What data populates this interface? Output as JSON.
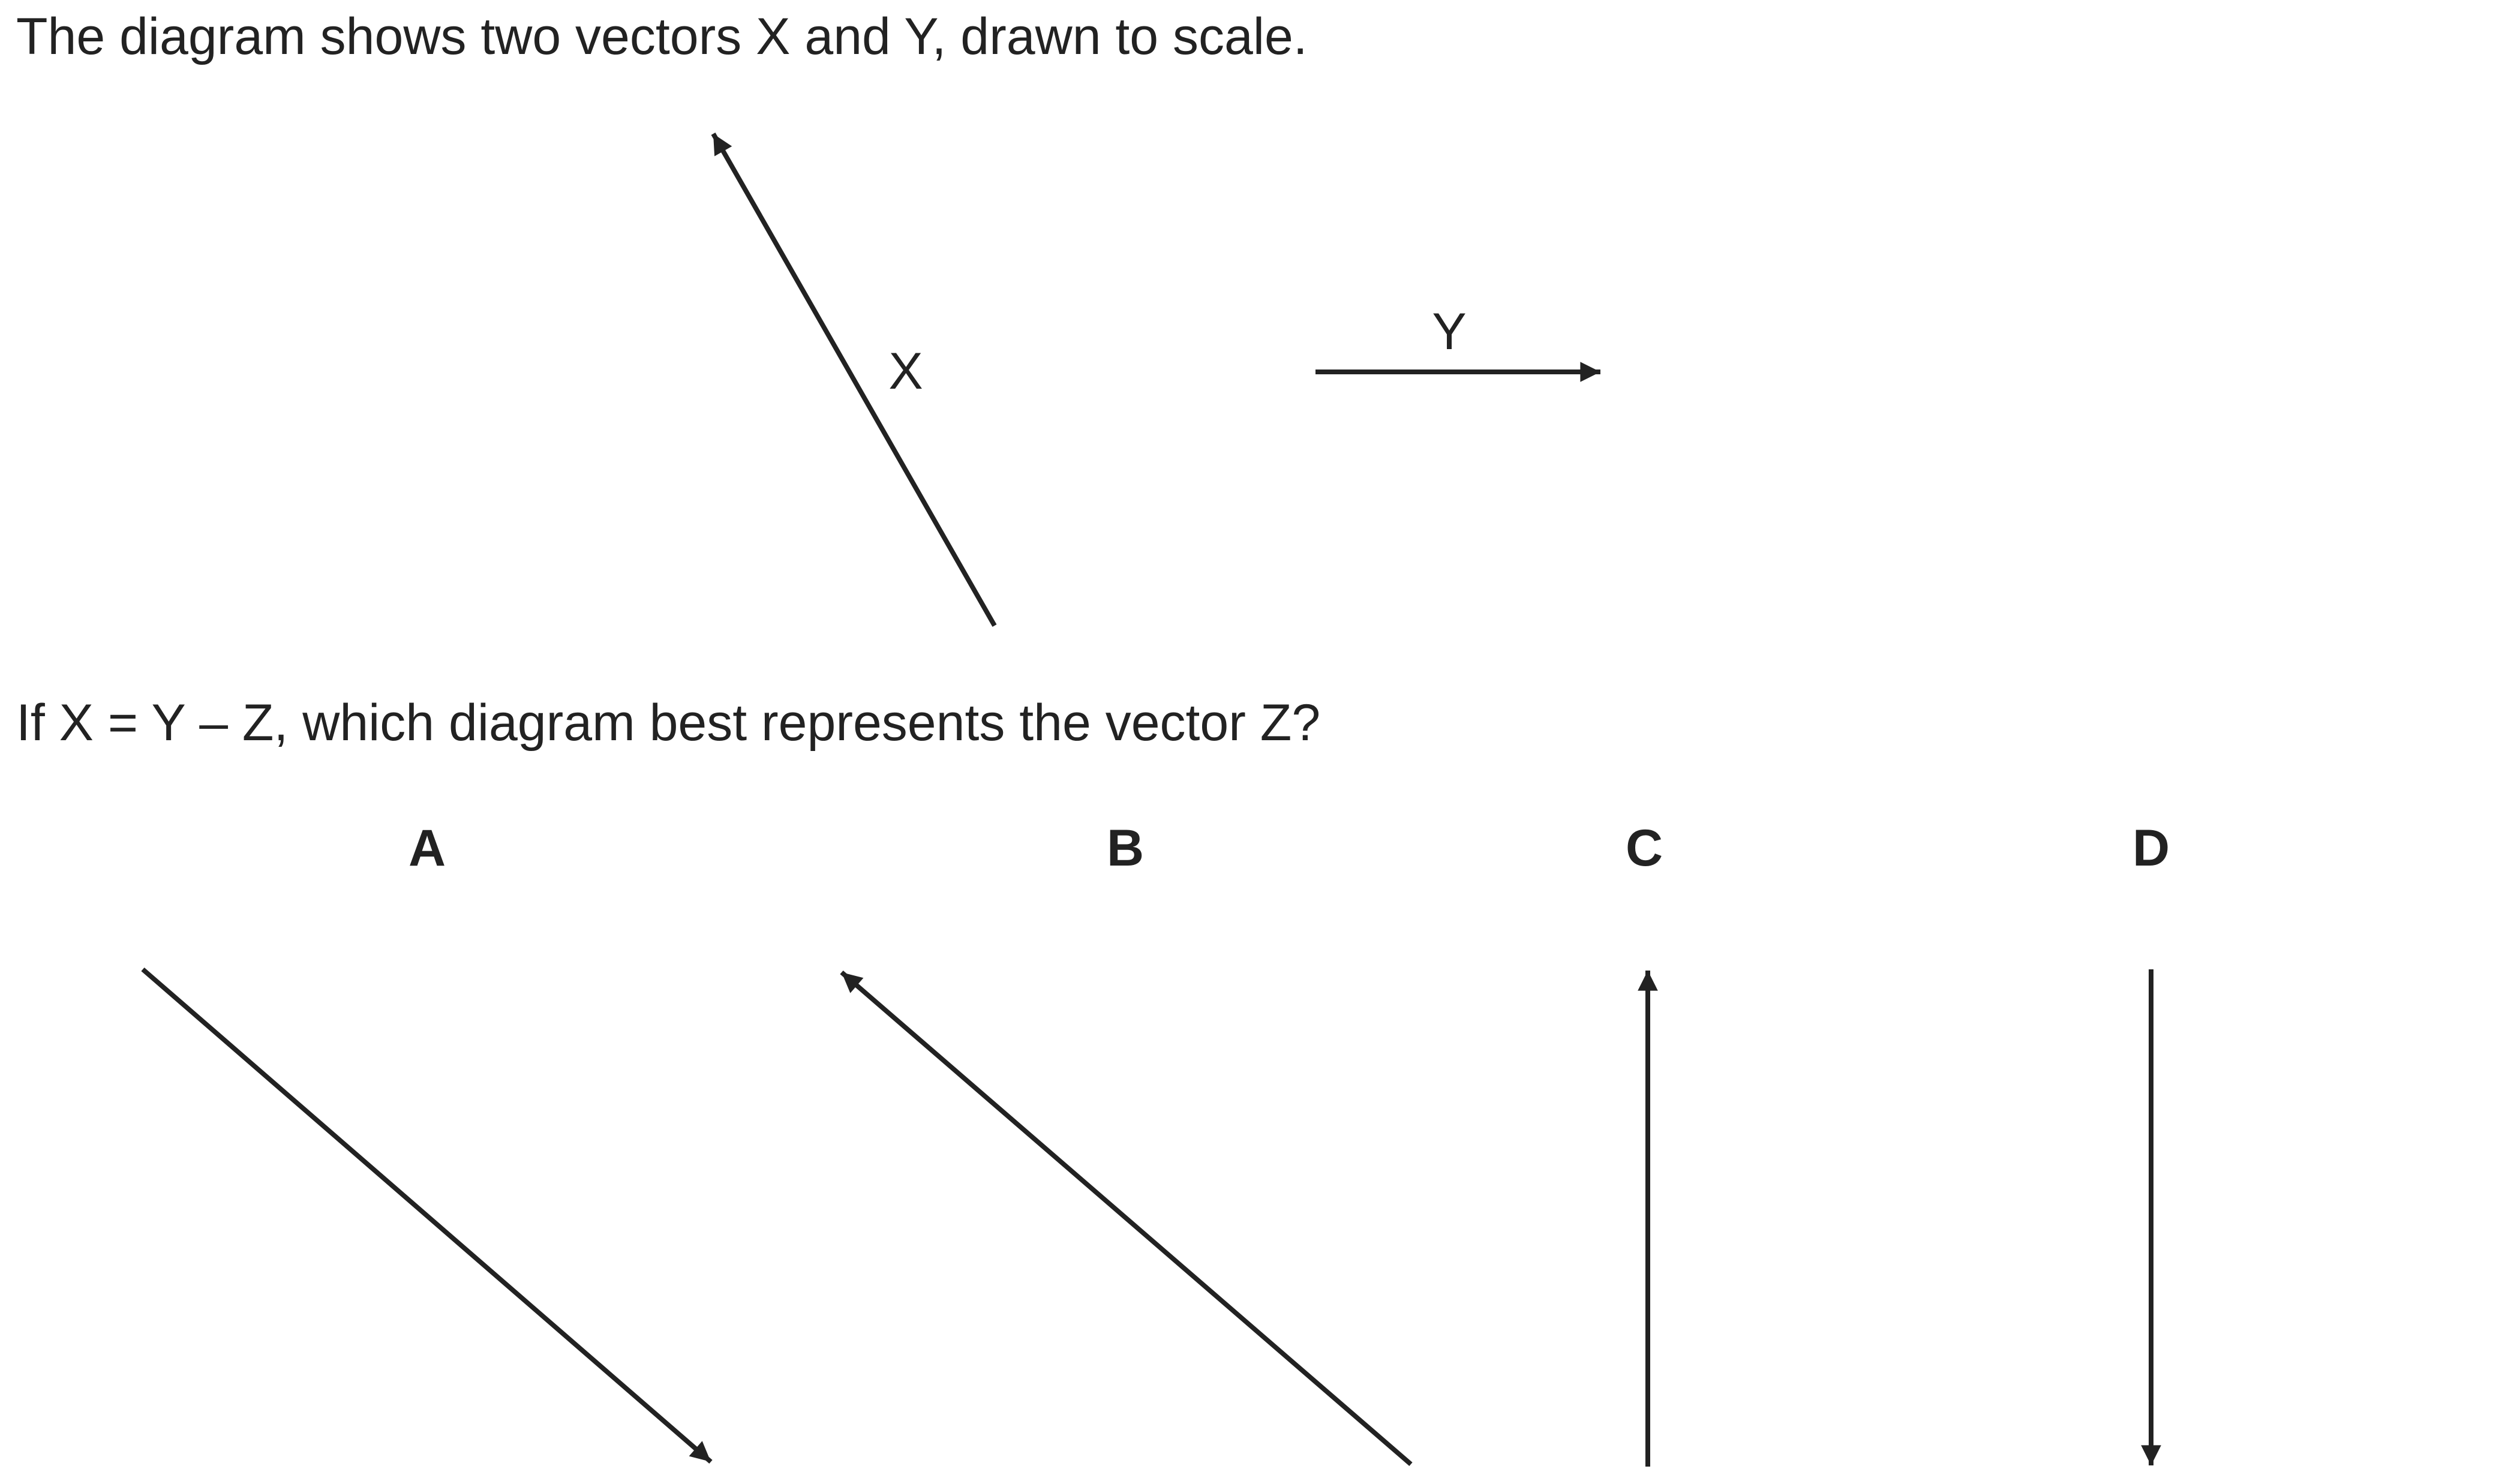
{
  "question": {
    "intro": "The diagram shows two vectors X and Y, drawn to scale.",
    "prompt": "If X = Y – Z, which diagram best represents the vector Z?"
  },
  "vectors": {
    "x_label": "X",
    "y_label": "Y"
  },
  "options": {
    "a_label": "A",
    "b_label": "B",
    "c_label": "C",
    "d_label": "D"
  },
  "colors": {
    "ink": "#222222",
    "background": "#ffffff"
  }
}
